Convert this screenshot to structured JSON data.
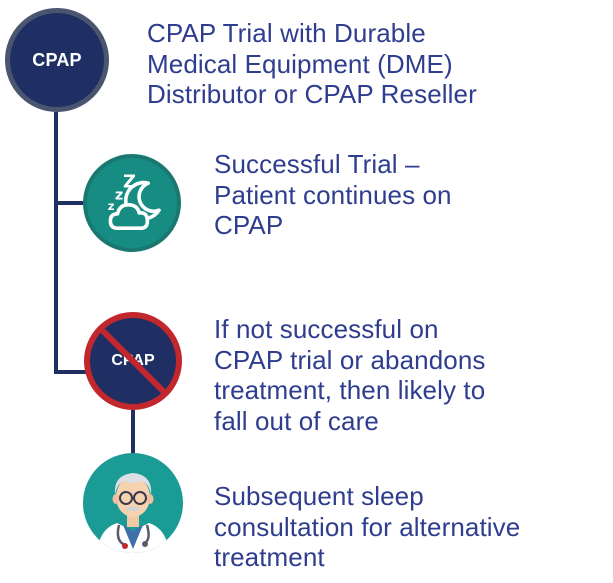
{
  "steps": [
    {
      "icon_label": "CPAP",
      "icon": "cpap-badge",
      "text_lines": [
        "CPAP Trial with Durable",
        "Medical Equipment (DME)",
        "Distributor or CPAP Reseller"
      ]
    },
    {
      "icon": "sleep-moon-cloud-icon",
      "text_lines": [
        "Successful Trial –",
        "Patient continues on",
        "CPAP"
      ]
    },
    {
      "icon_label": "CPAP",
      "icon": "no-cpap-icon",
      "text_lines": [
        "If not successful on",
        "CPAP trial or abandons",
        "treatment, then likely to",
        "fall out of care"
      ]
    },
    {
      "icon": "doctor-icon",
      "text_lines": [
        "Subsequent sleep",
        "consultation for alternative",
        "treatment"
      ]
    }
  ],
  "colors": {
    "navy": "#1f2f63",
    "teal": "#168c82",
    "text": "#2f3d8f",
    "red": "#c1272d"
  }
}
